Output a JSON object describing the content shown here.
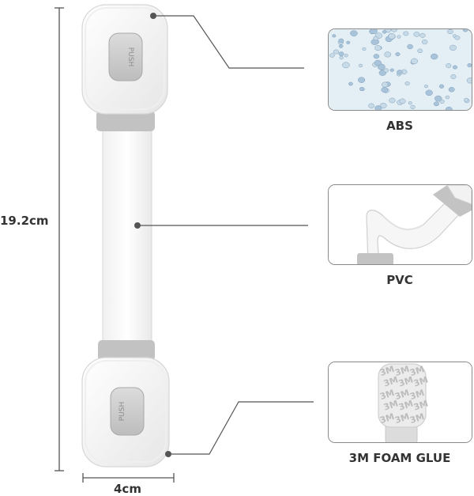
{
  "dimensions": {
    "height_label": "19.2cm",
    "width_label": "4cm"
  },
  "product": {
    "button_text": "PUSH"
  },
  "materials": [
    {
      "label": "ABS"
    },
    {
      "label": "PVC"
    },
    {
      "label": "3M FOAM GLUE",
      "pad_text": "3M"
    }
  ]
}
